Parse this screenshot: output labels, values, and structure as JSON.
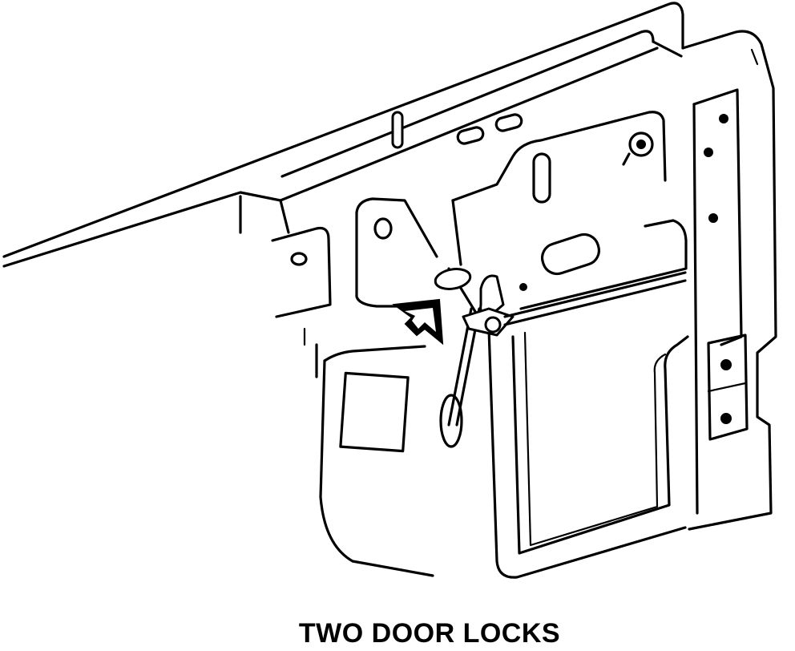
{
  "caption": "TWO DOOR LOCKS",
  "colors": {
    "line": "#000000",
    "background": "#ffffff"
  },
  "icons": [
    "arrow-indicator",
    "lock-rod",
    "lock-lever"
  ]
}
